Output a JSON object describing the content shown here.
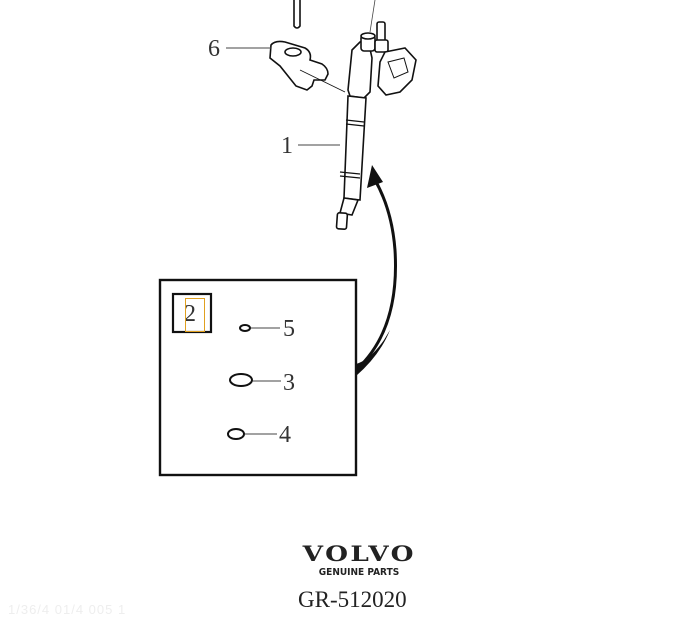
{
  "diagram": {
    "callouts": [
      {
        "id": "1",
        "label": "1",
        "desc": "injector"
      },
      {
        "id": "2",
        "label": "2",
        "desc": "seal kit (boxed)"
      },
      {
        "id": "3",
        "label": "3",
        "desc": "o-ring large"
      },
      {
        "id": "4",
        "label": "4",
        "desc": "o-ring medium"
      },
      {
        "id": "5",
        "label": "5",
        "desc": "o-ring small"
      },
      {
        "id": "6",
        "label": "6",
        "desc": "clamp"
      }
    ],
    "colors": {
      "line": "#111111",
      "highlight": "#e0a020",
      "background": "#ffffff"
    }
  },
  "brand": {
    "name": "VOLVO",
    "subtitle": "GENUINE PARTS"
  },
  "part_number": "GR-512020",
  "watermark": "1/36/4 01/4 005 1"
}
